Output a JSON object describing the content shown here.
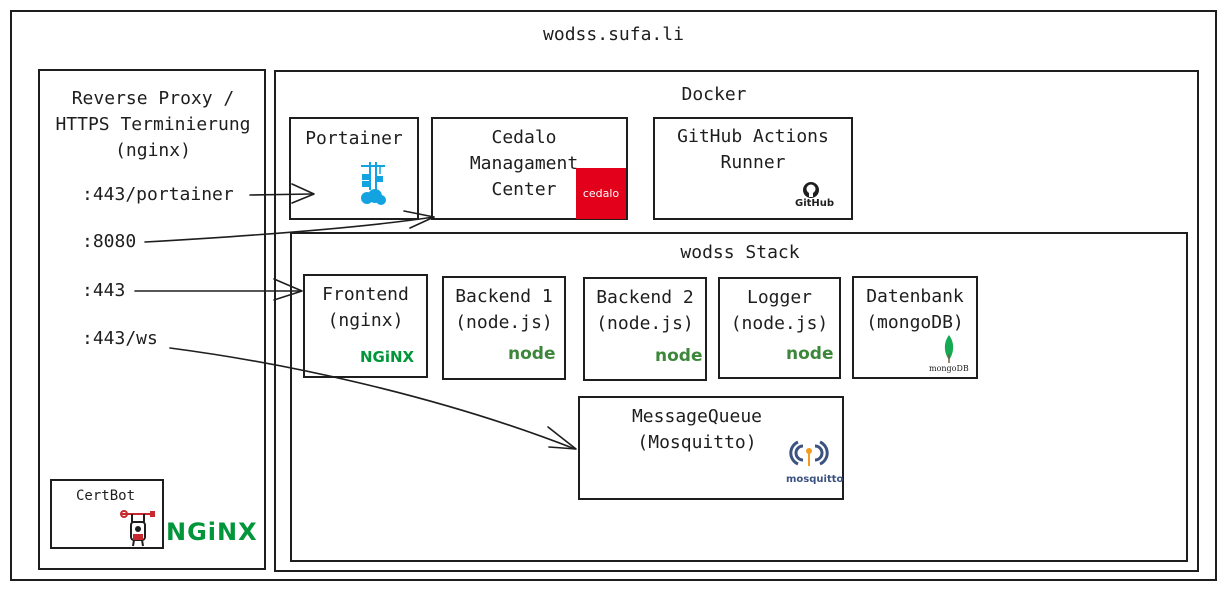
{
  "host": "wodss.sufa.li",
  "proxy": {
    "title": "Reverse Proxy /\nHTTPS Terminierung\n(nginx)",
    "ports": [
      ":443/portainer",
      ":8080",
      ":443",
      ":443/ws"
    ],
    "certbot": "CertBot",
    "nginx_logo": "NGiNX"
  },
  "docker": {
    "title": "Docker",
    "portainer": "Portainer",
    "cedalo": "Cedalo\nManagament\nCenter",
    "cedalo_logo": "cedalo",
    "github": "GitHub Actions\nRunner",
    "github_logo": "GitHub"
  },
  "stack": {
    "title": "wodss Stack",
    "frontend": "Frontend\n(nginx)",
    "frontend_logo": "NGiNX",
    "backend1": "Backend 1\n(node.js)",
    "backend2": "Backend 2\n(node.js)",
    "logger": "Logger\n(node.js)",
    "node_logo": "node",
    "datenbank": "Datenbank\n(mongoDB)",
    "mongo_logo": "mongoDB",
    "mq": "MessageQueue\n(Mosquitto)",
    "mq_logo": "mosquitto"
  },
  "colors": {
    "stroke": "#1e1e1e",
    "cedalo_red": "#e2001a",
    "nginx_green": "#009639",
    "node_green": "#3c873a",
    "mongo_green": "#13aa52",
    "docker_blue": "#13a3e0",
    "mosquitto_navy": "#3c5280",
    "mosquitto_orange": "#f29b1f"
  }
}
